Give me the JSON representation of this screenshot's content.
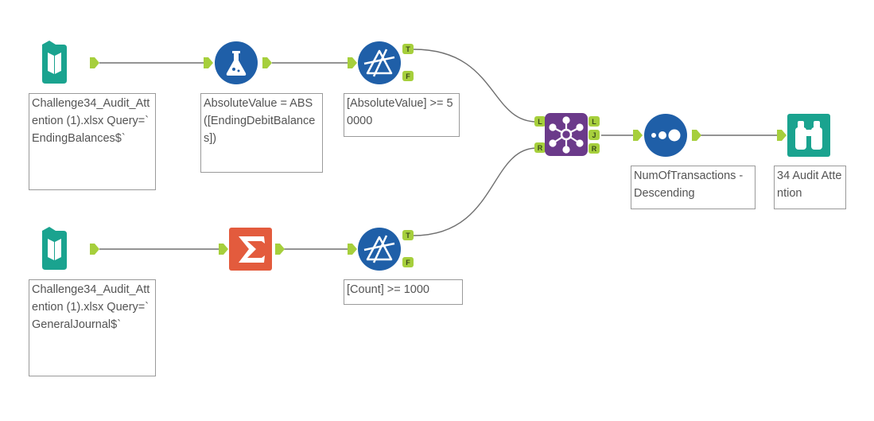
{
  "workflow": {
    "colors": {
      "input": "#1aa38f",
      "formula": "#1f5fa8",
      "filter": "#1f5fa8",
      "summarize": "#e35b3d",
      "join": "#6b3a8a",
      "sort": "#1f5fa8",
      "browse": "#1aa38f",
      "anchor": "#a6cf3c",
      "connection": "#707070"
    },
    "tools": {
      "input1": {
        "icon": "book-icon"
      },
      "formula": {
        "icon": "flask-icon"
      },
      "filter1": {
        "icon": "filter-prism-icon"
      },
      "join": {
        "icon": "join-network-icon"
      },
      "sort": {
        "icon": "sort-dots-icon"
      },
      "browse": {
        "icon": "binoculars-icon"
      },
      "input2": {
        "icon": "book-icon"
      },
      "summarize": {
        "icon": "sigma-icon"
      },
      "filter2": {
        "icon": "filter-prism-icon"
      }
    },
    "anchors": {
      "true": "T",
      "false": "F",
      "left": "L",
      "right": "R",
      "join": "J"
    },
    "annotations": {
      "input1": "Challenge34_Audit_Attention (1).xlsx Query=`EndingBalances$`",
      "formula": "AbsoluteValue = ABS ([EndingDebitBalances])",
      "filter1": "[AbsoluteValue] >= 50000",
      "sort": "NumOfTransactions - Descending",
      "browse": "34 Audit Attention",
      "input2": "Challenge34_Audit_Attention (1).xlsx Query=`GeneralJournal$`",
      "filter2": "[Count] >= 1000"
    }
  }
}
